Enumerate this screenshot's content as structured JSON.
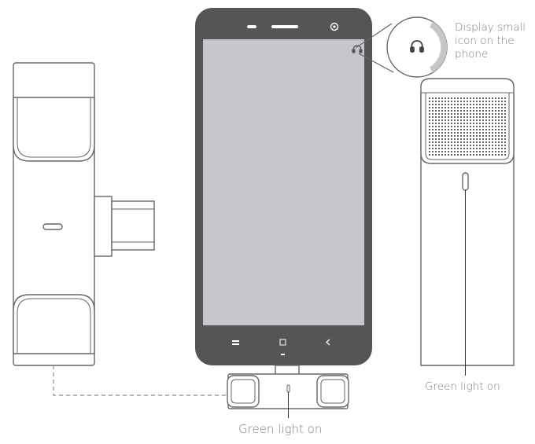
{
  "annotations": {
    "display_icon": "Display small\nicon on the\nphone",
    "green_light_center": "Green light on",
    "green_light_right": "Green light on"
  },
  "colors": {
    "phone_body": "#555555",
    "phone_screen": "#c4c6c9",
    "outline": "#666666",
    "grille_dot": "#666666",
    "annotation_text": "#7d7d7d"
  },
  "icons": {
    "phone_top": [
      "phone-speaker-icon",
      "phone-camera-icon"
    ],
    "phone_nav": [
      "menu-icon",
      "home-icon",
      "back-icon"
    ],
    "status": "headset-icon"
  }
}
